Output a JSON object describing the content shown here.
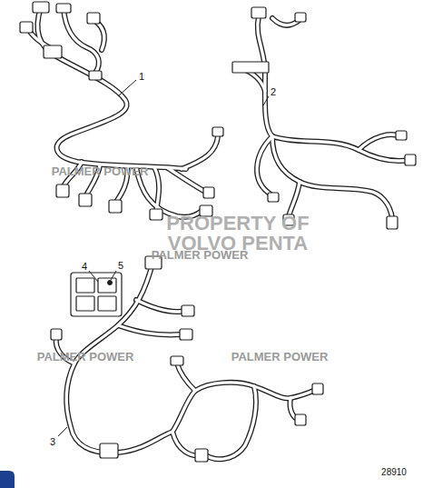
{
  "diagram": {
    "labels": [
      "1",
      "2",
      "3",
      "4",
      "5",
      "PALMER POWER",
      "PALMER POWER",
      "PALMER POWER",
      "PALMER POWER",
      "PROPERTY OF",
      "VOLVO PENTA",
      "28910"
    ]
  }
}
